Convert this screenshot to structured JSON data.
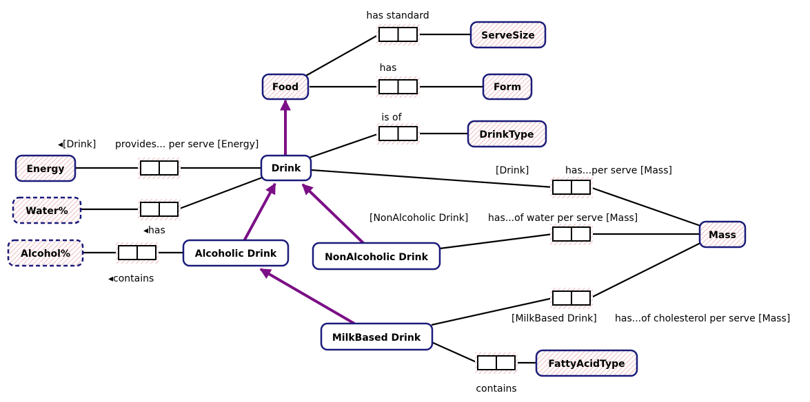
{
  "entities": {
    "food": "Food",
    "serve_size": "ServeSize",
    "form": "Form",
    "drink_type": "DrinkType",
    "energy": "Energy",
    "drink": "Drink",
    "water_pct": "Water%",
    "alcohol_pct": "Alcohol%",
    "alcoholic_drink": "Alcoholic Drink",
    "nonalcoholic_drink": "NonAlcoholic Drink",
    "mass": "Mass",
    "milkbased_drink": "MilkBased Drink",
    "fatty_acid_type": "FattyAcidType"
  },
  "roles": {
    "has_standard": "has standard",
    "has": "has",
    "is_of": "is of",
    "energy_ref": "◂[Drink]",
    "energy_reading": "provides... per serve [Energy]",
    "water_reading": "◂has",
    "alcohol_reading": "◂contains",
    "mass_ref": "[Drink]",
    "mass_reading": "has...per serve [Mass]",
    "water_mass_ref": "[NonAlcoholic Drink]",
    "water_mass_reading": "has...of water per serve [Mass]",
    "chol_ref": "[MilkBased Drink]",
    "chol_reading": "has...of cholesterol per serve [Mass]",
    "contains": "contains"
  },
  "colors": {
    "entity_border": "#1a1a7a",
    "subtype_arrow": "#7b0f86",
    "role_line": "#000000",
    "hatch": "#e8a8ae"
  }
}
